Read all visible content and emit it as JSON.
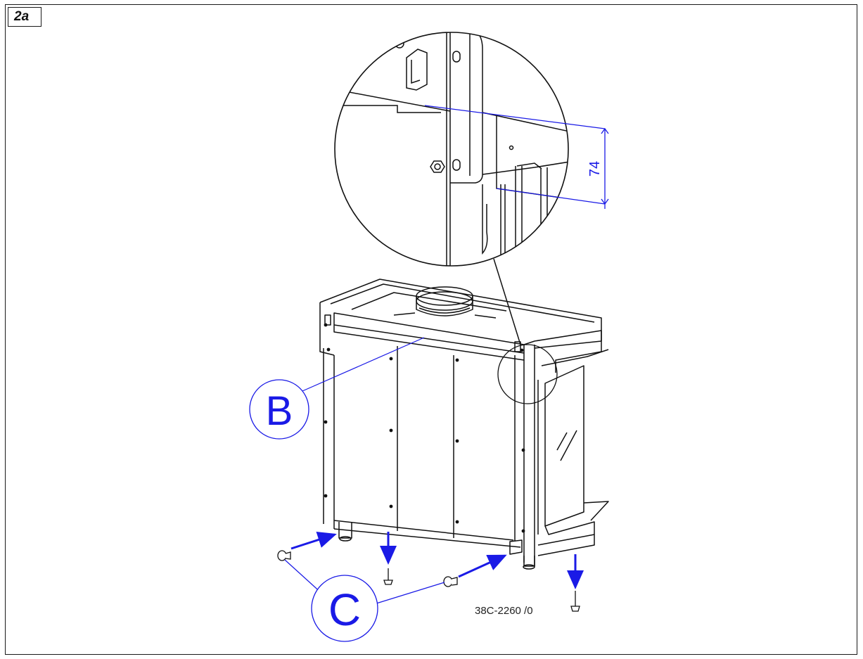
{
  "figure": {
    "tag": "2a",
    "reference": "38C-2260 /0"
  },
  "labels": {
    "callout_b": "B",
    "callout_c": "C",
    "dimension": "74"
  },
  "colors": {
    "line": "#111111",
    "annotation": "#1a1ae6"
  }
}
